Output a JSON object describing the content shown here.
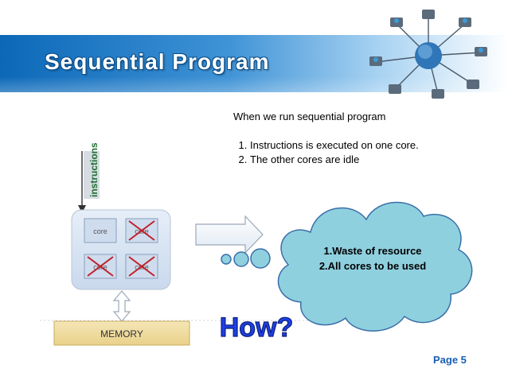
{
  "slide": {
    "title": "Sequential Program",
    "page_label": "Page 5"
  },
  "text": {
    "intro": "When we run sequential program",
    "points": [
      "Instructions is executed on one core.",
      "The other cores are idle"
    ]
  },
  "diagram": {
    "instructions_label": "instructions",
    "core_label": "core",
    "memory_label": "MEMORY"
  },
  "cloud": {
    "lines": [
      "1.Waste of resource",
      "2.All cores to be used"
    ]
  },
  "callout": {
    "how": "How?"
  },
  "colors": {
    "banner_blue": "#0c68b8",
    "cloud_fill": "#8fd0df",
    "cross_red": "#c0202a",
    "how_blue": "#1f3fe0",
    "page_label": "#1a5fb4"
  }
}
